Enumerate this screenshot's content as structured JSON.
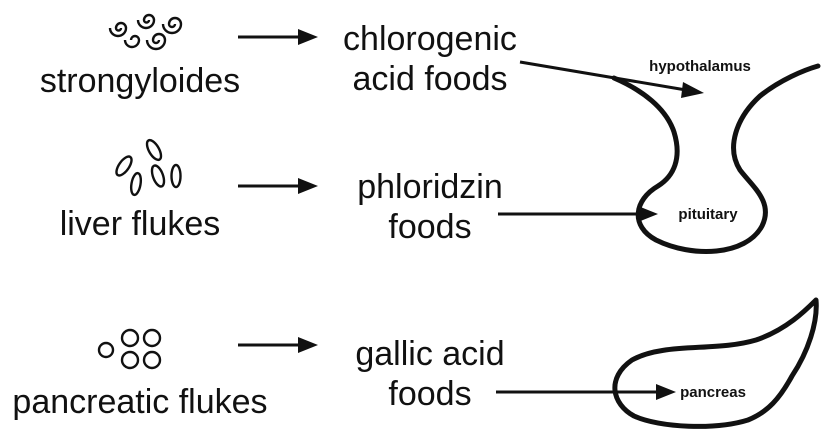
{
  "rows": [
    {
      "parasite": "strongyloides",
      "food_line1": "chlorogenic",
      "food_line2": "acid foods",
      "organ": "hypothalamus"
    },
    {
      "parasite": "liver flukes",
      "food_line1": "phloridzin",
      "food_line2": "foods",
      "organ": "pituitary"
    },
    {
      "parasite": "pancreatic flukes",
      "food_line1": "gallic acid",
      "food_line2": "foods",
      "organ": "pancreas"
    }
  ],
  "icons": [
    "spiral-worms-icon",
    "oval-flukes-icon",
    "round-flukes-icon",
    "hypothalamus-pituitary-shape",
    "pancreas-shape"
  ],
  "colors": {
    "ink": "#111111",
    "background": "#ffffff"
  }
}
